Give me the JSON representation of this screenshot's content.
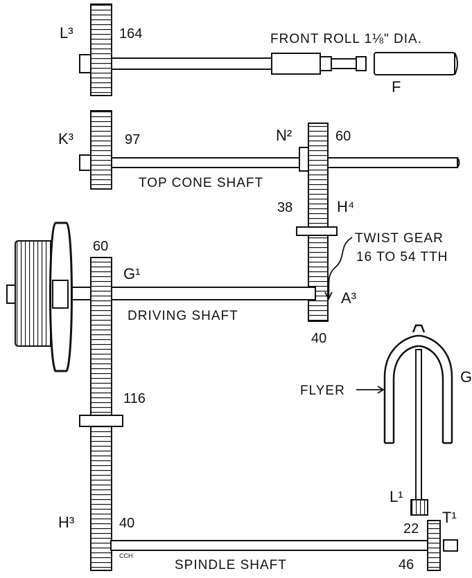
{
  "diagram": {
    "title_label": "FRONT ROLL 1⅛\" DIA.",
    "shafts": {
      "front_roll": "F",
      "top_cone": "TOP CONE SHAFT",
      "driving": "DRIVING SHAFT",
      "spindle": "SPINDLE SHAFT"
    },
    "gears": {
      "L3": {
        "name": "L³",
        "teeth": "164"
      },
      "K3": {
        "name": "K³",
        "teeth": "97"
      },
      "N2": {
        "name": "N²",
        "teeth": "60"
      },
      "H4": {
        "name": "H⁴",
        "teeth": "38"
      },
      "A3": {
        "name": "A³",
        "teeth": "40"
      },
      "G1": {
        "name": "G¹",
        "teeth": "60"
      },
      "compound": {
        "teeth": "116"
      },
      "H3": {
        "name": "H³",
        "teeth": "40"
      },
      "L1": {
        "name": "L¹",
        "teeth": "22"
      },
      "T1": {
        "name": "T¹",
        "teeth": "46"
      }
    },
    "twist_gear": {
      "line1": "TWIST GEAR",
      "line2": "16 TO 54 TTH"
    },
    "flyer": {
      "label": "FLYER",
      "letter": "G"
    },
    "initials": "CCH"
  },
  "colors": {
    "ink": "#111111",
    "paper": "#ffffff"
  }
}
